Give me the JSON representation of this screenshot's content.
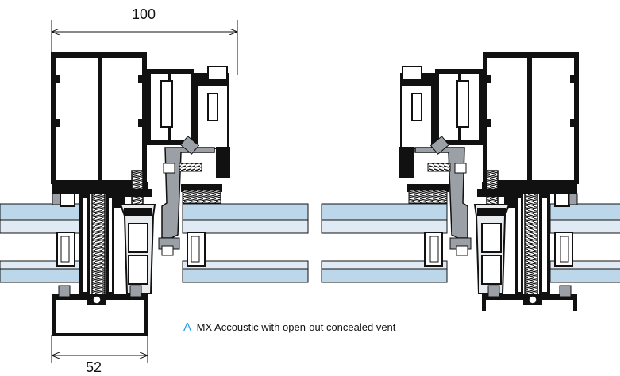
{
  "dimensions": {
    "top_width": "100",
    "bottom_width": "52"
  },
  "caption": {
    "letter": "A",
    "text": "MX Accoustic with open-out concealed vent"
  },
  "colors": {
    "glass": "#bcd6ea",
    "glass_band": "#dfeaf4",
    "profile_fill": "#111111",
    "profile_light": "#e9ecef",
    "gasket_grey": "#9aa0a6",
    "caption_accent": "#2a9de0"
  }
}
